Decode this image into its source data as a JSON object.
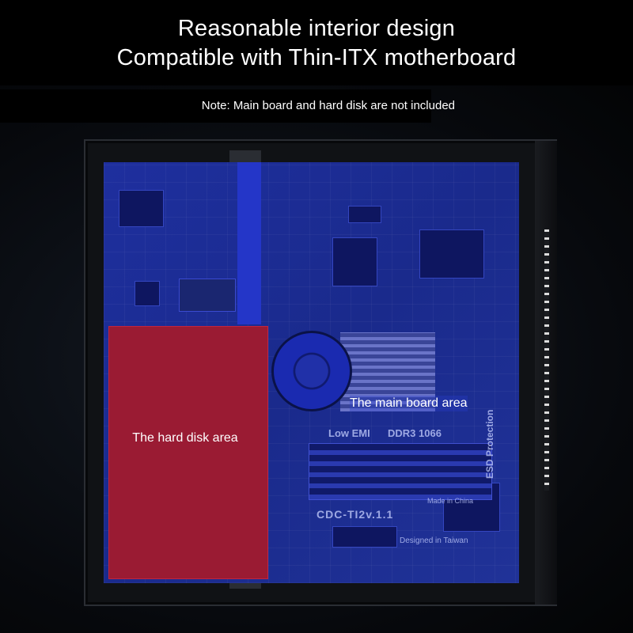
{
  "header": {
    "line1": "Reasonable interior design",
    "line2": "Compatible with Thin-ITX motherboard"
  },
  "note": "Note: Main board and hard disk are not included",
  "areas": {
    "hard_disk": "The hard disk area",
    "main_board": "The main board area"
  },
  "board_markings": {
    "low_emi": "Low EMI",
    "ddr": "DDR3 1066",
    "esd": "ESD Protection",
    "model": "CDC-TI2v.1.1",
    "made": "Made in China",
    "designed": "Designed in Taiwan"
  },
  "colors": {
    "board_overlay": "#1e2f9e",
    "hard_disk_overlay": "#9a1b33",
    "background": "#000000"
  }
}
